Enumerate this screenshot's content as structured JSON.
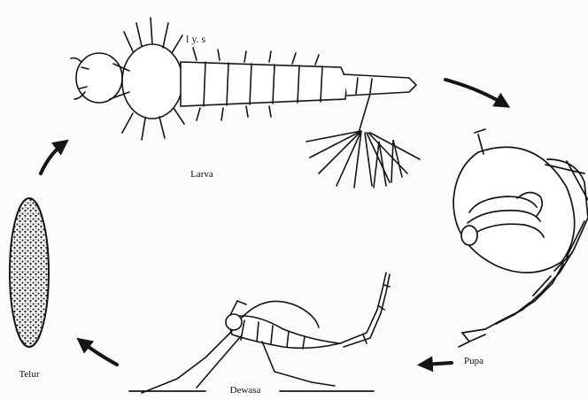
{
  "labels": {
    "larva": "Larva",
    "pupa": "Pupa",
    "adult": "Dewasa",
    "egg": "Telur",
    "larva_mark": "l y. s"
  },
  "colors": {
    "ink": "#151515",
    "paper": "#fbfbf9"
  },
  "cycle_order": [
    "Telur",
    "Larva",
    "Pupa",
    "Dewasa"
  ]
}
